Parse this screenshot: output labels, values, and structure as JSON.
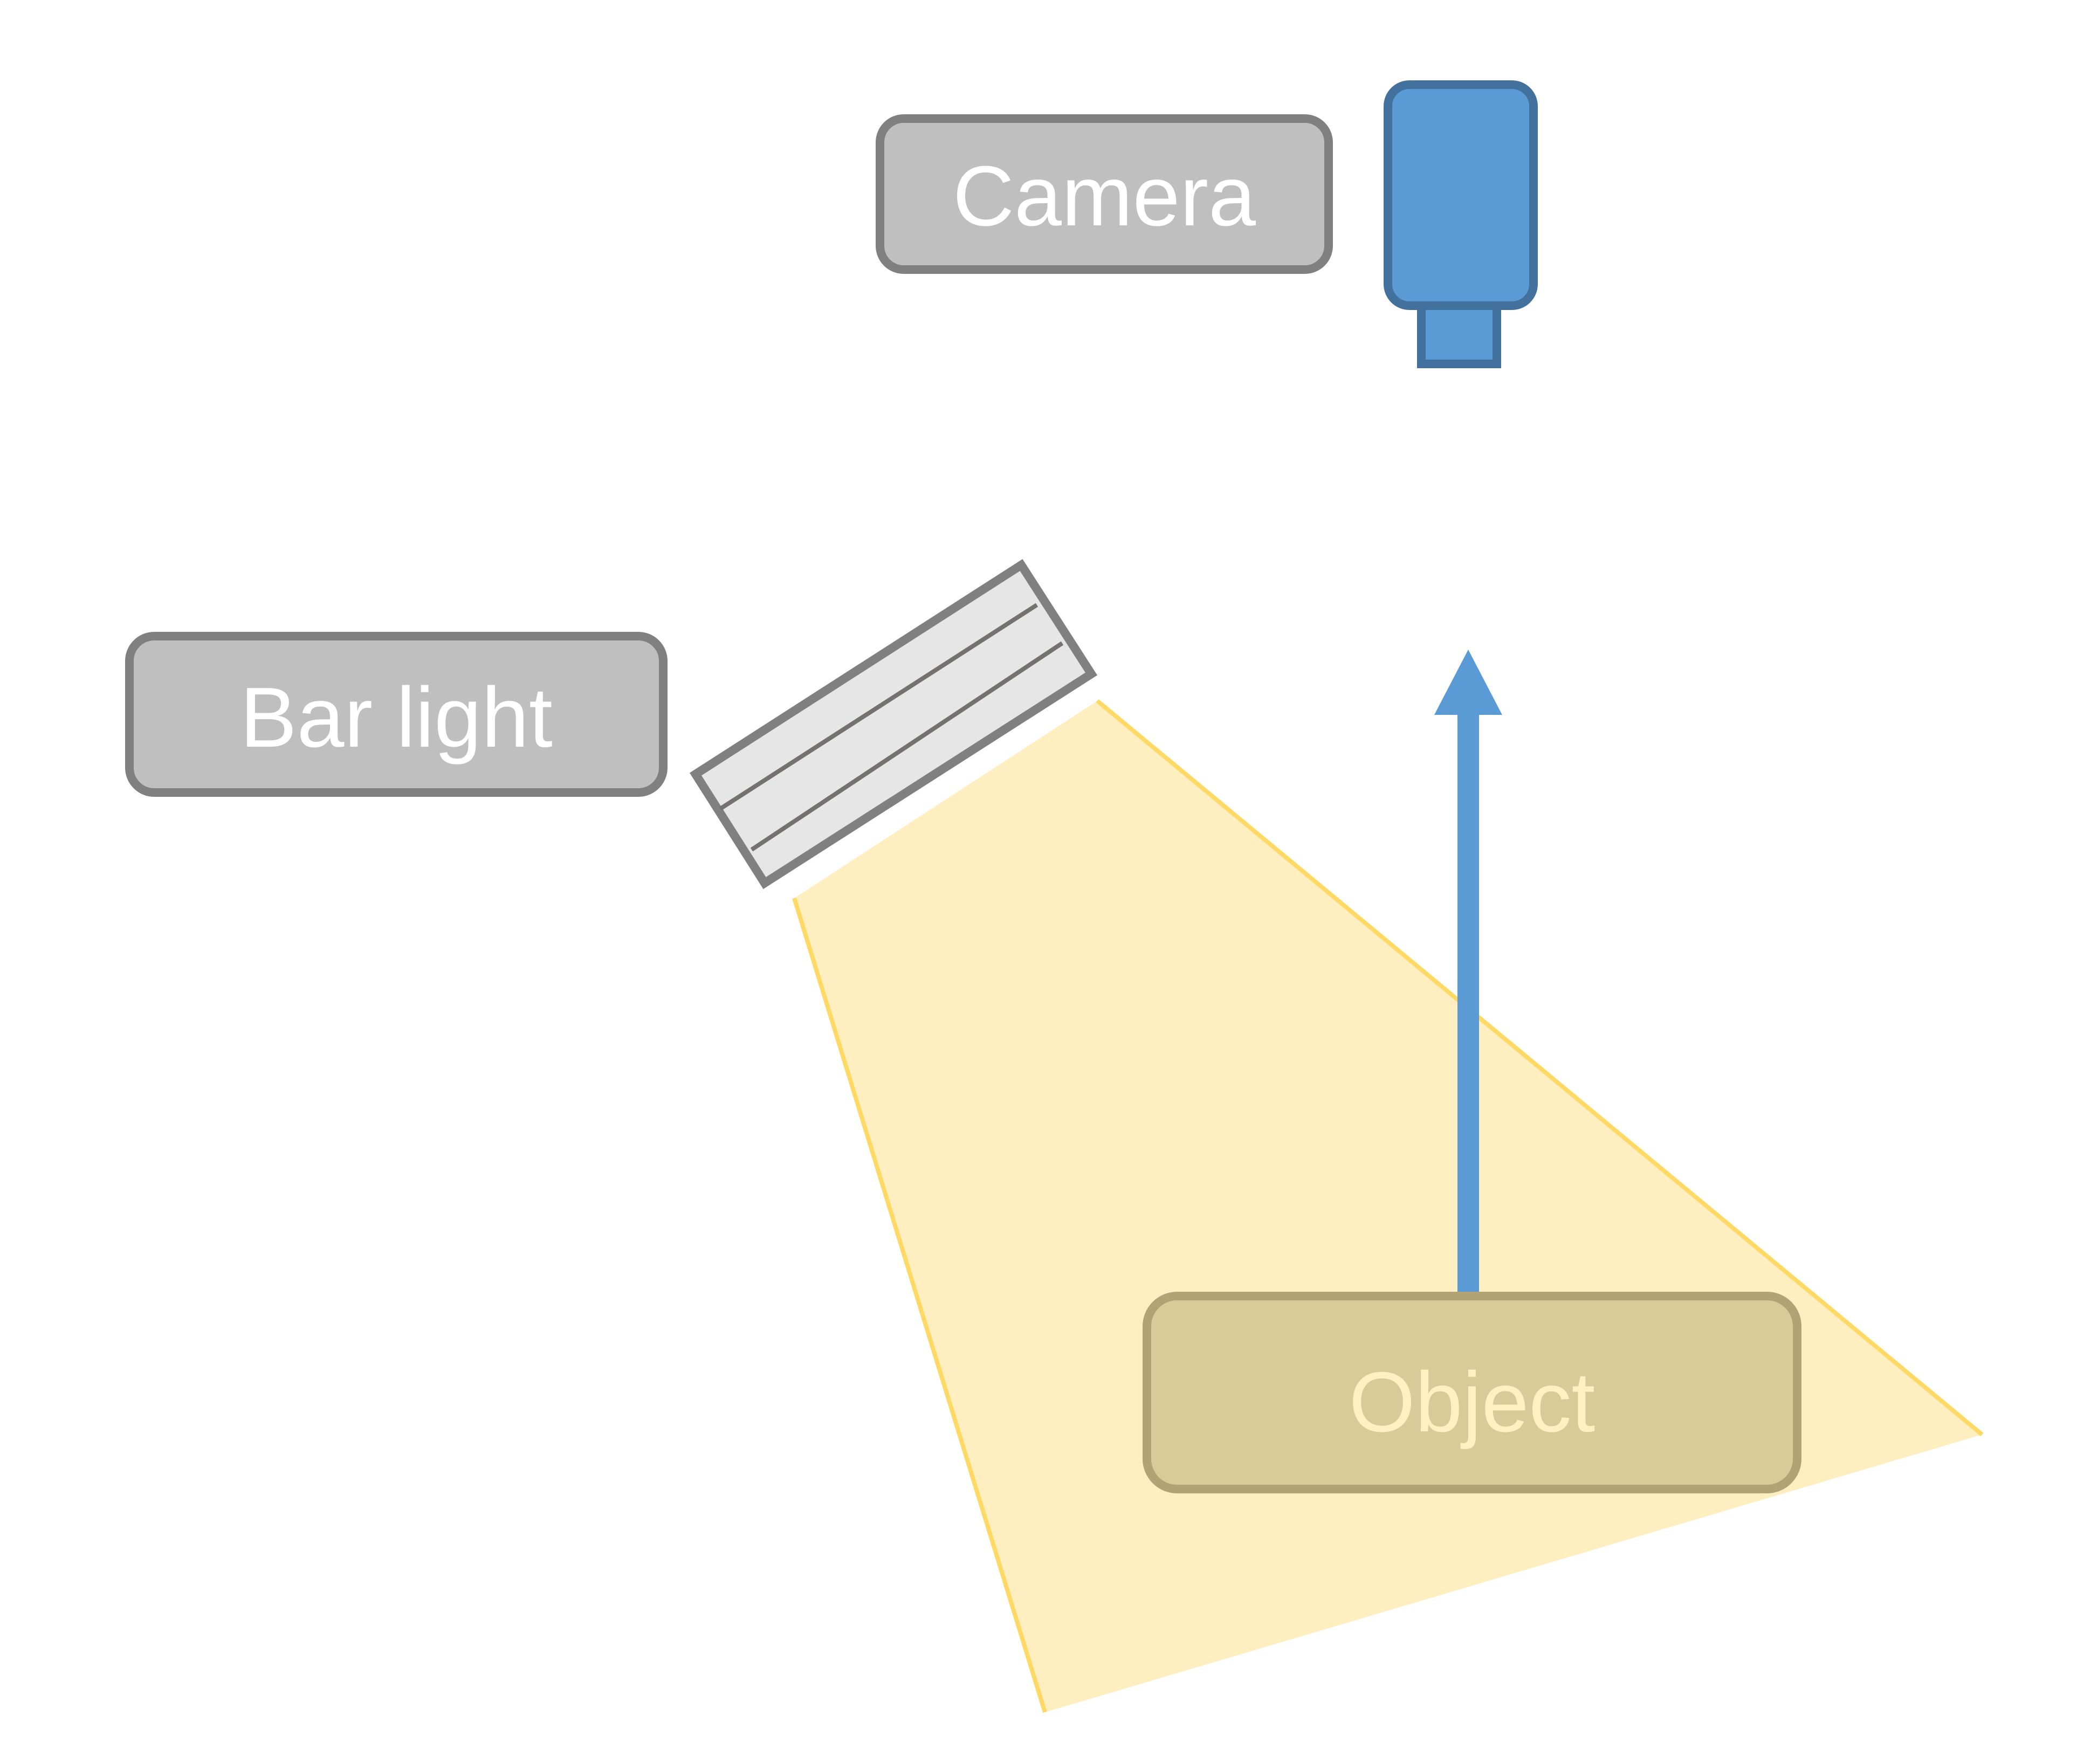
{
  "diagram": {
    "title": "",
    "labels": {
      "camera": "Camera",
      "bar_light": "Bar light",
      "object": "Object"
    },
    "colors": {
      "label_fill": "#BFBFBF",
      "label_stroke": "#808080",
      "label_text": "#FFFFFF",
      "camera_fill": "#5B9BD5",
      "camera_stroke": "#41719C",
      "bar_light_fill": "#E6E6E6",
      "bar_light_stroke": "#808080",
      "bar_light_lines": "#767171",
      "beam_fill": "#FFEEC0",
      "beam_stroke": "#FFD966",
      "object_fill": "#D9CB98",
      "object_stroke": "#B3A273",
      "object_text": "#FFF0C2",
      "arrow": "#5B9BD5"
    },
    "elements": [
      {
        "id": "camera",
        "type": "device",
        "label": "Camera"
      },
      {
        "id": "bar-light",
        "type": "light-source",
        "label": "Bar light"
      },
      {
        "id": "object",
        "type": "target",
        "label": "Object"
      },
      {
        "id": "reflection-arrow",
        "type": "arrow",
        "from": "object",
        "direction": "up-toward-camera"
      },
      {
        "id": "light-beam",
        "type": "illumination-area",
        "from": "bar-light",
        "to": "object"
      }
    ]
  }
}
